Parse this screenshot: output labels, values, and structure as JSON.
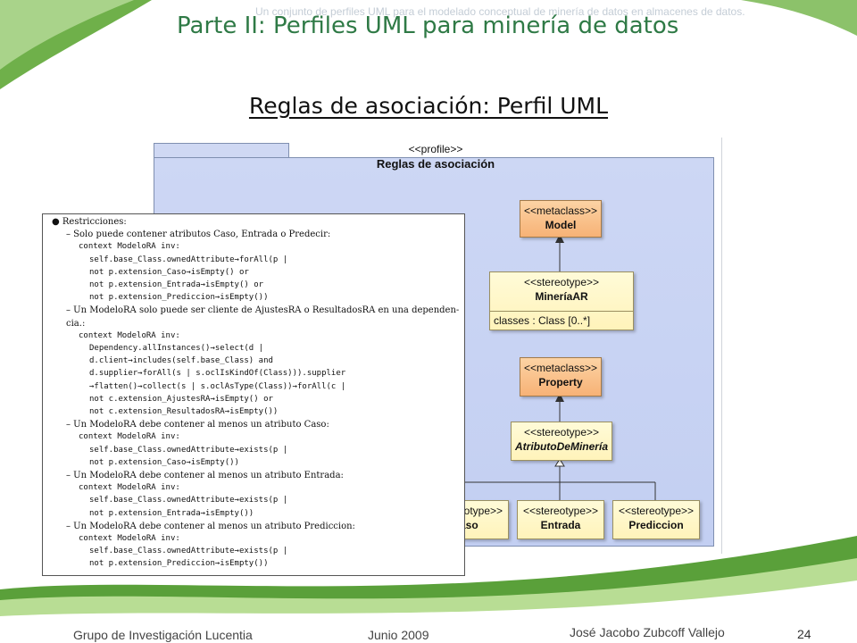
{
  "header": {
    "note": "Un conjunto de perfiles UML para el modelado conceptual de minería de datos en almacenes de datos.",
    "title": "Parte II: Perfiles UML para minería de datos"
  },
  "subtitle": "Reglas de asociación: Perfil UML",
  "diagram": {
    "package_stereotype": "<<profile>>",
    "package_name": "Reglas de asociación",
    "boxes": {
      "model": {
        "stereotype": "<<metaclass>>",
        "name": "Model"
      },
      "mineria": {
        "stereotype": "<<stereotype>>",
        "name": "MineríaAR",
        "attribute": "classes : Class [0..*]"
      },
      "property": {
        "stereotype": "<<metaclass>>",
        "name": "Property"
      },
      "atributo": {
        "stereotype": "<<stereotype>>",
        "name": "AtributoDeMinería"
      },
      "caso": {
        "stereotype": "<<stereotype>>",
        "name": "Caso"
      },
      "entrada": {
        "stereotype": "<<stereotype>>",
        "name": "Entrada"
      },
      "prediccion": {
        "stereotype": "<<stereotype>>",
        "name": "Prediccion"
      }
    }
  },
  "constraints": [
    "● Restricciones:",
    "– Solo puede contener atributos Caso, Entrada o Predecir:",
    "context ModeloRA inv:",
    "self.base_Class.ownedAttribute→forAll(p |",
    "not p.extension_Caso→isEmpty() or",
    "not p.extension_Entrada→isEmpty() or",
    "not p.extension_Prediccion→isEmpty())",
    "– Un ModeloRA solo puede ser cliente de AjustesRA o ResultadosRA en una dependen-",
    "cia.:",
    "context ModeloRA inv:",
    "Dependency.allInstances()→select(d |",
    "d.client→includes(self.base_Class) and",
    "d.supplier→forAll(s | s.oclIsKindOf(Class))).supplier",
    "→flatten()→collect(s | s.oclAsType(Class))→forAll(c |",
    "not c.extension_AjustesRA→isEmpty() or",
    "not c.extension_ResultadosRA→isEmpty())",
    "– Un ModeloRA debe contener al menos un atributo Caso:",
    "context ModeloRA inv:",
    "self.base_Class.ownedAttribute→exists(p |",
    "not p.extension_Caso→isEmpty())",
    "– Un ModeloRA debe contener al menos un atributo Entrada:",
    "context ModeloRA inv:",
    "self.base_Class.ownedAttribute→exists(p |",
    "not p.extension_Entrada→isEmpty())",
    "– Un ModeloRA debe contener al menos un atributo Prediccion:",
    "context ModeloRA inv:",
    "self.base_Class.ownedAttribute→exists(p |",
    "not p.extension_Prediccion→isEmpty())"
  ],
  "footer": {
    "group": "Grupo de Investigación Lucentia",
    "date": "Junio 2009",
    "author": "José Jacobo Zubcoff Vallejo",
    "page": "24"
  },
  "colors": {
    "title_green": "#2f7a46",
    "wave_green": "#5aa03a",
    "package_blue": "#c8d3f3",
    "metaclass_orange": "#f7b276",
    "stereotype_yellow": "#fff6c4"
  }
}
